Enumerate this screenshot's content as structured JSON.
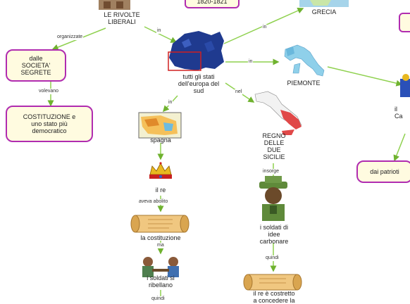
{
  "nodes": {
    "rivolte": "LE RIVOLTE\nLIBERALI",
    "date_badge": "1820-1821",
    "grecia": "GRECIA",
    "societa": "dalle\nSOCIETA'\nSEGRETE",
    "costituzione": "COSTITUZIONE e\nuno stato più\ndemocratico",
    "stati": "tutti gli stati\ndell'europa del\nsud",
    "piemonte": "PIEMONTE",
    "spagna": "spagna",
    "regno": "REGNO\nDELLE\nDUE\nSICILIE",
    "re": "il re",
    "soldati_carbonare": "i soldati di\nidee\ncarbonare",
    "la_costituzione": "la costituzione",
    "soldati_ribellano": "i soldati si\nribellano",
    "re_costretto": "il re è costretto\na concedere la",
    "patrioti": "dai patrioti",
    "right_fragment": "il\nCa"
  },
  "links": {
    "organizzate": "organizzate",
    "volevano": "volevano",
    "in_stati": "in",
    "in_grecia": "in",
    "in_piemonte": "in",
    "in_spagna": "in",
    "nel": "nel",
    "aveva_abolito": "aveva abolito",
    "insorge": "insorge",
    "quindi_1": "quindi",
    "ma": "ma",
    "quindi_2": "quindi"
  },
  "colors": {
    "border": "#b02cb0",
    "box_fill": "#fffbe0",
    "line": "#8fd14f",
    "arrow": "#6fb22f"
  }
}
